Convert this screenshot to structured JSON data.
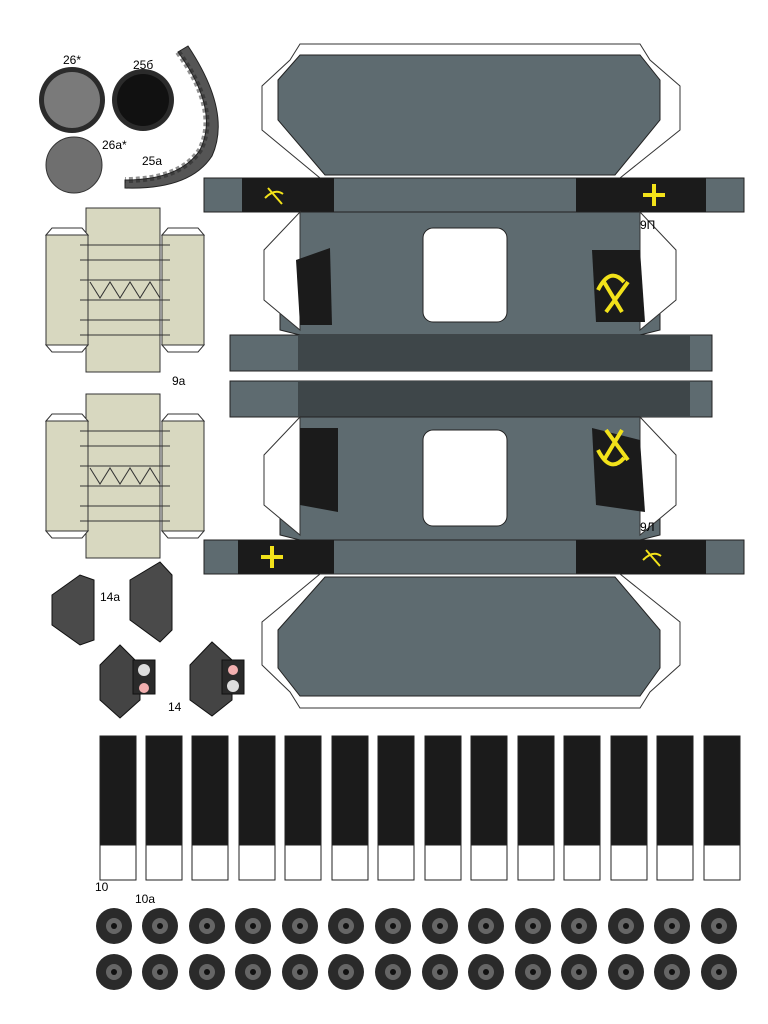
{
  "labels": {
    "l26": "26*",
    "l25b": "25б",
    "l26a": "26а*",
    "l25a": "25а",
    "l9a": "9а",
    "l9p": "9П",
    "l9l": "9Л",
    "l14a": "14а",
    "l14": "14",
    "l10": "10",
    "l10a": "10а"
  },
  "colors": {
    "hull": "#5e6b70",
    "hull_dark": "#3e4649",
    "panel_black": "#1b1b1b",
    "emblem": "#f2e21a",
    "cream": "#d8d8c0",
    "wheel": "#2a2a2a",
    "track": "#444444"
  },
  "icons": [
    "wrench-emblem-icon",
    "cross-emblem-icon",
    "crossed-hammers-icon"
  ]
}
